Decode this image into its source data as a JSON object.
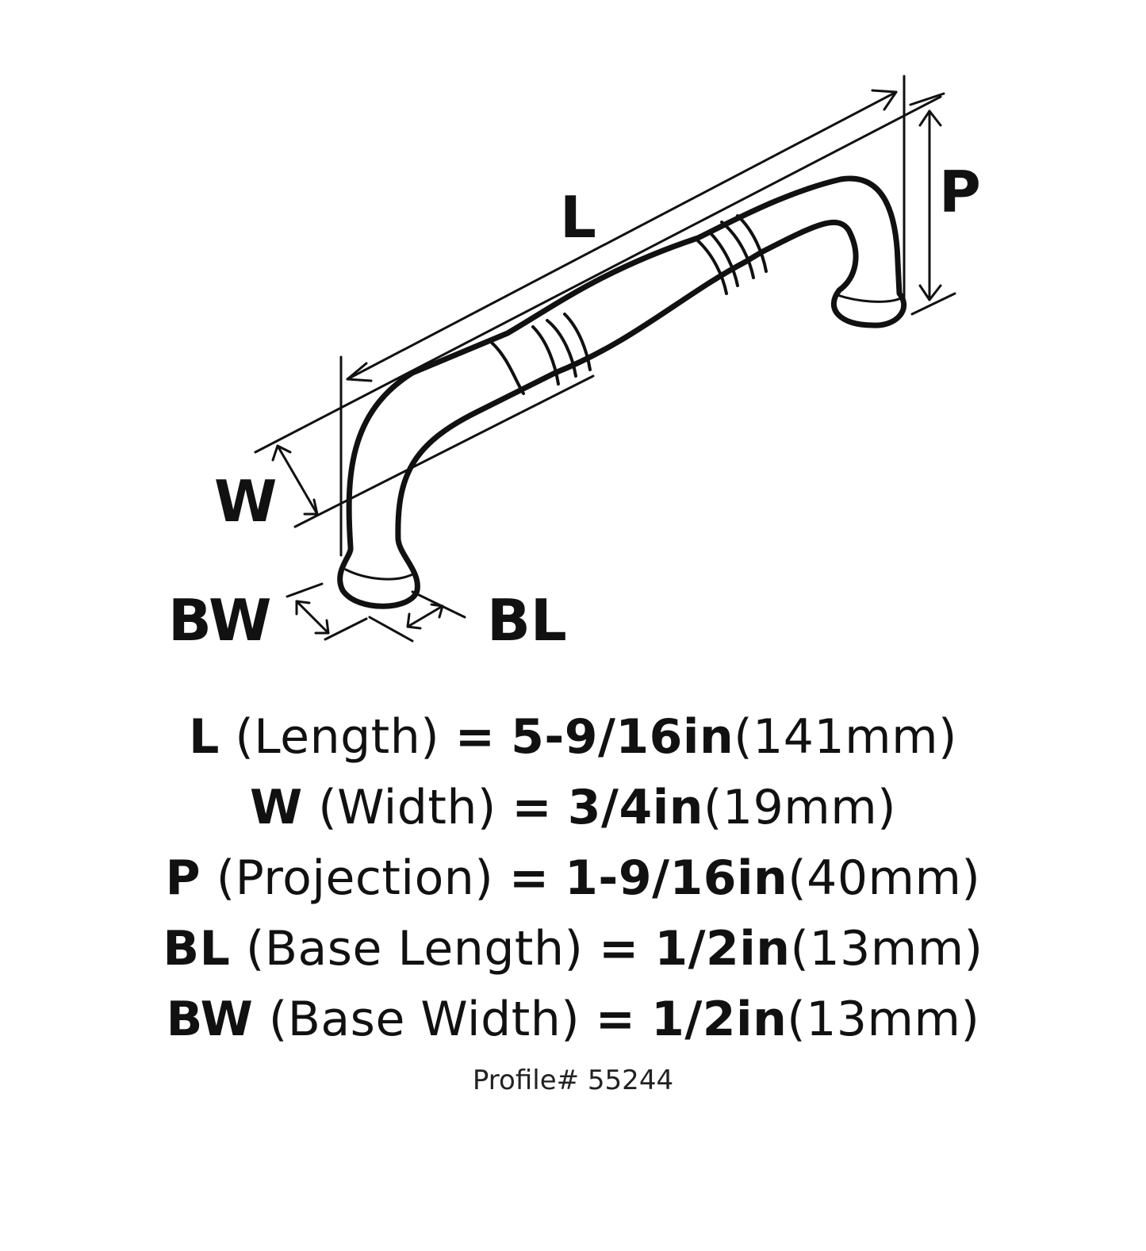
{
  "diagram": {
    "subject": "cabinet-pull-handle",
    "labels": {
      "L": "L",
      "P": "P",
      "W": "W",
      "BW": "BW",
      "BL": "BL"
    }
  },
  "specs": [
    {
      "key": "L",
      "name": "(Length)",
      "eq": "=",
      "imperial": "5-9/16in",
      "metric": "(141mm)"
    },
    {
      "key": "W",
      "name": "(Width)",
      "eq": "=",
      "imperial": "3/4in",
      "metric": "(19mm)"
    },
    {
      "key": "P",
      "name": "(Projection)",
      "eq": "=",
      "imperial": "1-9/16in",
      "metric": "(40mm)"
    },
    {
      "key": "BL",
      "name": "(Base Length)",
      "eq": "=",
      "imperial": "1/2in",
      "metric": "(13mm)"
    },
    {
      "key": "BW",
      "name": "(Base Width)",
      "eq": "=",
      "imperial": "1/2in",
      "metric": "(13mm)"
    }
  ],
  "profile": "Profile# 55244",
  "colors": {
    "line": "#111111",
    "background": "#ffffff"
  }
}
